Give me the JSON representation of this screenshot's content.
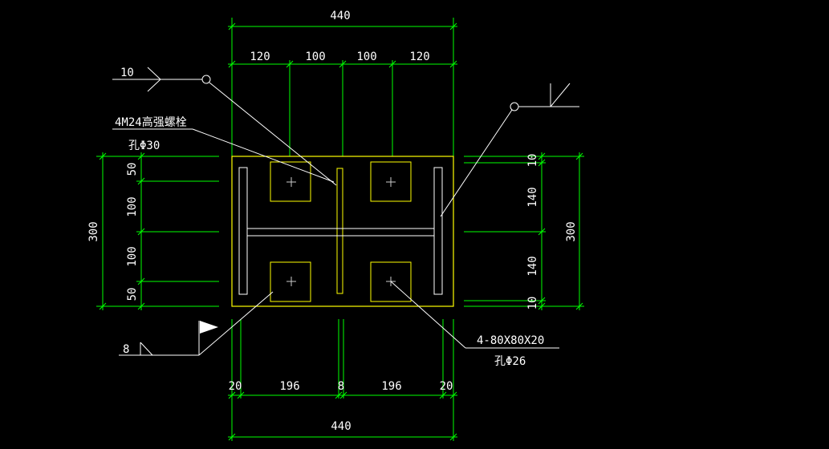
{
  "colors": {
    "background": "#000000",
    "dimension": "#00ff00",
    "plate": "#ffff00",
    "member": "#ffffff",
    "text": "#ffffff"
  },
  "top_dims": {
    "overall": "440",
    "segments": [
      "120",
      "100",
      "100",
      "120"
    ]
  },
  "bottom_dims": {
    "overall": "440",
    "segments": [
      "20",
      "196",
      "8",
      "196",
      "20"
    ]
  },
  "left_dims": {
    "overall": "300",
    "segments": [
      "50",
      "100",
      "100",
      "50"
    ]
  },
  "right_dims": {
    "overall": "300",
    "segments": [
      "10",
      "140",
      "140",
      "10"
    ]
  },
  "annotations": {
    "weld_top": "10",
    "weld_bottom": "8",
    "bolts_line1": "4M24高强螺栓",
    "bolts_line2": "孔Φ30",
    "plates_line1": "4-80X80X20",
    "plates_line2": "孔Φ26"
  }
}
